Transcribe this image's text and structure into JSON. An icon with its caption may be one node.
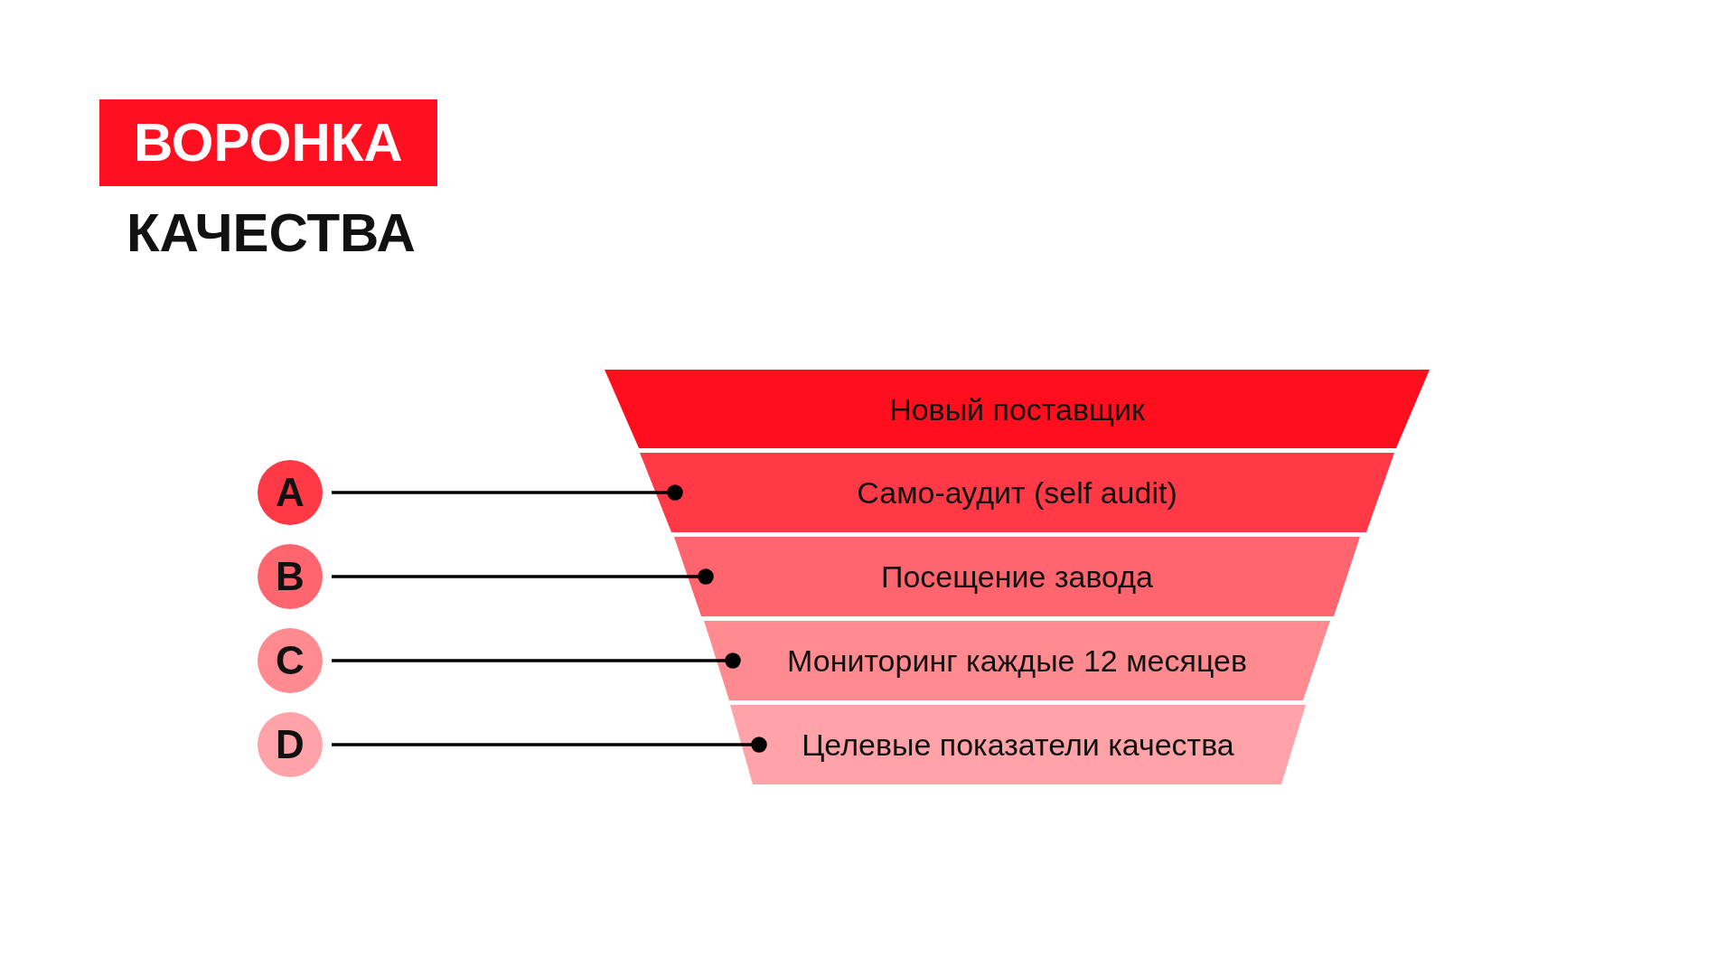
{
  "diagram": {
    "title": "ВОРОНКА КАЧЕСТВА",
    "nodes": [
      {
        "text": [
          "Новый поставщик"
        ]
      },
      {
        "text": [
          "Само-аудит (self audit)"
        ]
      },
      {
        "text": [
          "Посещение завода"
        ]
      },
      {
        "text": [
          "Мониторинг каждые 12 месяцев"
        ]
      },
      {
        "text": [
          "Целевые показатели качества"
        ]
      },
      {
        "text": [
          "A"
        ]
      },
      {
        "text": [
          "B"
        ]
      },
      {
        "text": [
          "C"
        ]
      },
      {
        "text": [
          "D"
        ]
      }
    ],
    "edges": [
      {
        "from": 5,
        "to": 1,
        "arrow": "other"
      },
      {
        "from": 6,
        "to": 2,
        "arrow": "other"
      },
      {
        "from": 7,
        "to": 3,
        "arrow": "other"
      },
      {
        "from": 8,
        "to": 4,
        "arrow": "other"
      }
    ]
  }
}
